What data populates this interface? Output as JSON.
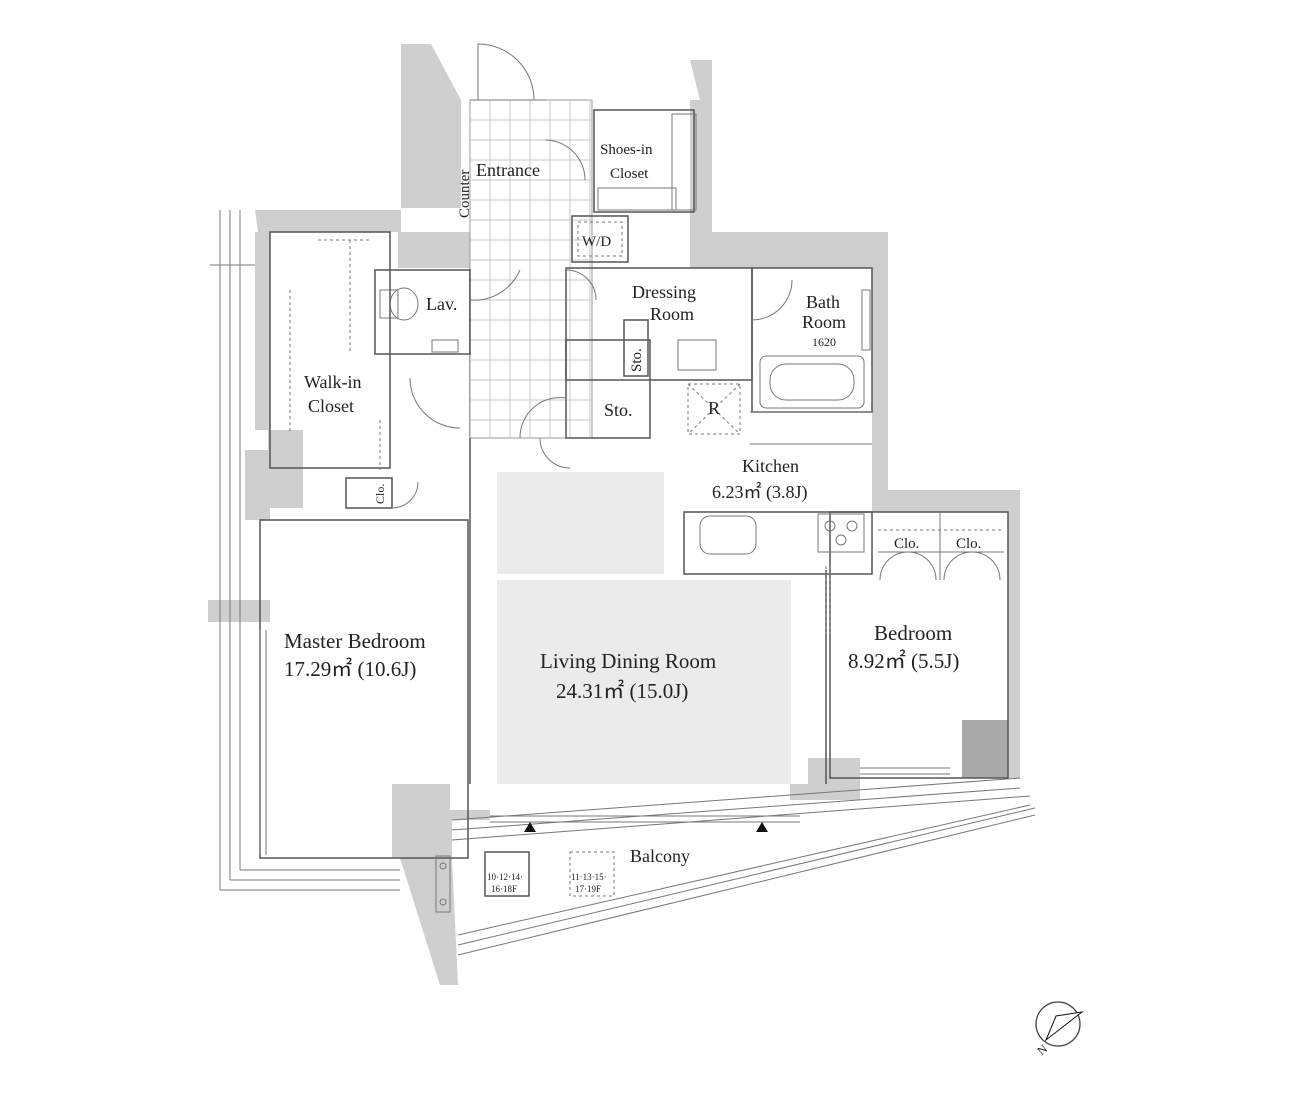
{
  "rooms": {
    "entrance": "Entrance",
    "counter": "Counter",
    "shoes_closet_line1": "Shoes-in",
    "shoes_closet_line2": "Closet",
    "wd": "W/D",
    "lav": "Lav.",
    "dressing_line1": "Dressing",
    "dressing_line2": "Room",
    "bath_line1": "Bath",
    "bath_line2": "Room",
    "bath_size": "1620",
    "sto_small": "Sto.",
    "sto": "Sto.",
    "refrigerator": "R",
    "walkin_line1": "Walk-in",
    "walkin_line2": "Closet",
    "clo_master": "Clo.",
    "kitchen_name": "Kitchen",
    "kitchen_area": "6.23㎡ (3.8J)",
    "clo_bedroom_1": "Clo.",
    "clo_bedroom_2": "Clo.",
    "master_name": "Master Bedroom",
    "master_area": "17.29㎡ (10.6J)",
    "living_name": "Living Dining Room",
    "living_area": "24.31㎡ (15.0J)",
    "bedroom_name": "Bedroom",
    "bedroom_area": "8.92㎡ (5.5J)",
    "balcony": "Balcony",
    "outdoor_unit_1_line1": "10·12·14·",
    "outdoor_unit_1_line2": "16·18F",
    "outdoor_unit_2_line1": "11·13·15·",
    "outdoor_unit_2_line2": "17·19F"
  },
  "compass": {
    "letter": "N",
    "icon": "north-arrow-icon"
  }
}
